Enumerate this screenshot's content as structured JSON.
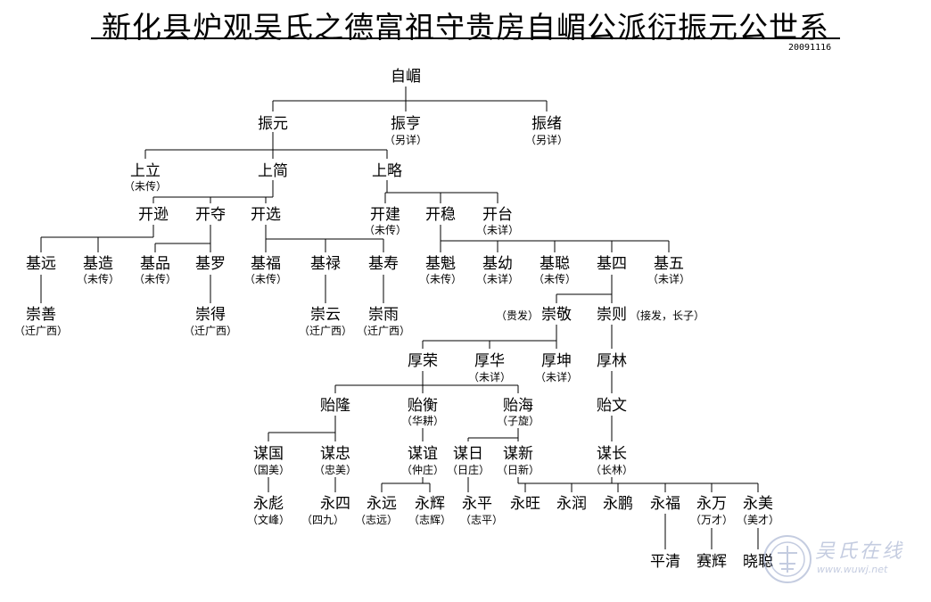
{
  "header": {
    "title": "新化县炉观吴氏之德富祖守贵房自嵋公派衍振元公世系",
    "date_code": "20091116"
  },
  "watermark": {
    "title": "吴氏在线",
    "url": "www.wuwj.net",
    "color": "#5a6fa8"
  },
  "tree": {
    "root": {
      "name": "自嵋"
    },
    "gen2": [
      {
        "name": "振元"
      },
      {
        "name": "振亨",
        "note": "（另详）"
      },
      {
        "name": "振绪",
        "note": "（另详）"
      }
    ],
    "gen3": [
      {
        "name": "上立",
        "note": "（未传）"
      },
      {
        "name": "上简"
      },
      {
        "name": "上略"
      }
    ],
    "gen4": [
      {
        "name": "开逊"
      },
      {
        "name": "开夺"
      },
      {
        "name": "开选"
      },
      {
        "name": "开建",
        "note": "（未传）"
      },
      {
        "name": "开稳"
      },
      {
        "name": "开台",
        "note": "（未详）"
      }
    ],
    "gen5": [
      {
        "name": "基远"
      },
      {
        "name": "基造",
        "note": "（未传）"
      },
      {
        "name": "基品",
        "note": "（未传）"
      },
      {
        "name": "基罗"
      },
      {
        "name": "基福",
        "note": "（未传）"
      },
      {
        "name": "基禄"
      },
      {
        "name": "基寿"
      },
      {
        "name": "基魁",
        "note": "（未传）"
      },
      {
        "name": "基幼",
        "note": "（未详）"
      },
      {
        "name": "基聪",
        "note": "（未传）"
      },
      {
        "name": "基四"
      },
      {
        "name": "基五",
        "note": "（未详）"
      }
    ],
    "gen6_left": [
      {
        "name": "崇善",
        "note": "（迁广西）"
      },
      {
        "name": "崇得",
        "note": "（迁广西）"
      },
      {
        "name": "崇云",
        "note": "（迁广西）"
      },
      {
        "name": "崇雨",
        "note": "（迁广西）"
      }
    ],
    "gen6_right": [
      {
        "name": "崇敬",
        "prefix": "（贵发）"
      },
      {
        "name": "崇则",
        "suffix": "（接发，长子）"
      }
    ],
    "gen7": [
      {
        "name": "厚荣"
      },
      {
        "name": "厚华",
        "note": "（未详）"
      },
      {
        "name": "厚坤",
        "note": "（未详）"
      },
      {
        "name": "厚林"
      }
    ],
    "gen8": [
      {
        "name": "贻隆"
      },
      {
        "name": "贻衡",
        "note": "（华耕）"
      },
      {
        "name": "贻海",
        "note": "（子旋）"
      },
      {
        "name": "贻文"
      }
    ],
    "gen9": [
      {
        "name": "谋国",
        "note": "（国美）"
      },
      {
        "name": "谋忠",
        "note": "（忠美）"
      },
      {
        "name": "谋谊",
        "note": "（仲庄）"
      },
      {
        "name": "谋日",
        "note": "（日庄）"
      },
      {
        "name": "谋新",
        "note": "（日新）"
      },
      {
        "name": "谋长",
        "note": "（长林）"
      }
    ],
    "gen10": [
      {
        "name": "永彪",
        "note": "（文峰）"
      },
      {
        "name": "永四",
        "note": "（四九）"
      },
      {
        "name": "永远",
        "note": "（志远）"
      },
      {
        "name": "永辉",
        "note": "（志辉）"
      },
      {
        "name": "永平",
        "note": "（志平）"
      },
      {
        "name": "永旺"
      },
      {
        "name": "永润"
      },
      {
        "name": "永鹏"
      },
      {
        "name": "永福"
      },
      {
        "name": "永万",
        "note": "（万才）"
      },
      {
        "name": "永美",
        "note": "（美才）"
      }
    ],
    "gen11": [
      {
        "name": "平清"
      },
      {
        "name": "赛辉"
      },
      {
        "name": "晓聪"
      }
    ]
  }
}
